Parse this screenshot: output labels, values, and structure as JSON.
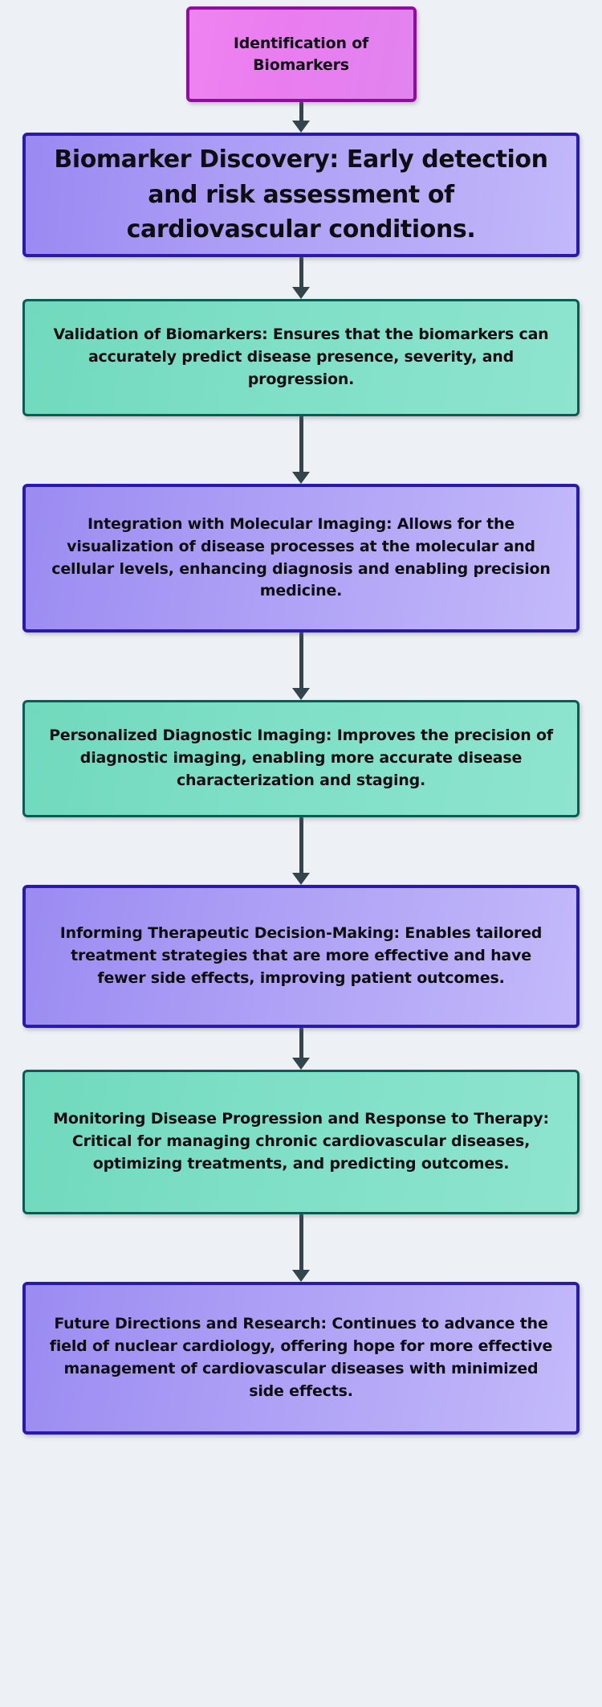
{
  "diagram": {
    "title": "Identification of Biomarkers flowchart",
    "background_color": "#edf0f4",
    "arrow_color": "#32444c",
    "colors": {
      "start_fill": "#ea80f0",
      "start_border": "#8e0f9c",
      "purple_fill": "#ab9cf5",
      "purple_border": "#2a1aab",
      "teal_fill": "#7ddfc6",
      "teal_border": "#0a5d52",
      "text": "#0d0d12"
    },
    "nodes": [
      {
        "id": "identification-of-biomarkers",
        "text": "Identification of Biomarkers",
        "style": "start-magenta"
      },
      {
        "id": "biomarker-discovery",
        "text": "Biomarker Discovery: Early detection and risk assessment of cardiovascular conditions.",
        "style": "hero-purple"
      },
      {
        "id": "validation-of-biomarkers",
        "text": "Validation of Biomarkers: Ensures that the biomarkers can accurately predict disease presence, severity, and progression.",
        "style": "teal"
      },
      {
        "id": "integration-with-molecular-imaging",
        "text": "Integration with Molecular Imaging: Allows for the visualization of disease processes at the molecular and cellular levels, enhancing diagnosis and enabling precision medicine.",
        "style": "purple"
      },
      {
        "id": "personalized-diagnostic-imaging",
        "text": "Personalized Diagnostic Imaging: Improves the precision of diagnostic imaging, enabling more accurate disease characterization and staging.",
        "style": "teal"
      },
      {
        "id": "informing-therapeutic-decision-making",
        "text": "Informing Therapeutic Decision-Making: Enables tailored treatment strategies that are more effective and have fewer side effects, improving patient outcomes.",
        "style": "purple"
      },
      {
        "id": "monitoring-disease-progression",
        "text": "Monitoring Disease Progression and Response to Therapy: Critical for managing chronic cardiovascular diseases, optimizing treatments, and predicting outcomes.",
        "style": "teal"
      },
      {
        "id": "future-directions-and-research",
        "text": "Future Directions and Research: Continues to advance the field of nuclear cardiology, offering hope for more effective management of cardiovascular diseases with minimized side effects.",
        "style": "purple"
      }
    ],
    "edges": [
      {
        "from": "identification-of-biomarkers",
        "to": "biomarker-discovery"
      },
      {
        "from": "biomarker-discovery",
        "to": "validation-of-biomarkers"
      },
      {
        "from": "validation-of-biomarkers",
        "to": "integration-with-molecular-imaging"
      },
      {
        "from": "integration-with-molecular-imaging",
        "to": "personalized-diagnostic-imaging"
      },
      {
        "from": "personalized-diagnostic-imaging",
        "to": "informing-therapeutic-decision-making"
      },
      {
        "from": "informing-therapeutic-decision-making",
        "to": "monitoring-disease-progression"
      },
      {
        "from": "monitoring-disease-progression",
        "to": "future-directions-and-research"
      }
    ]
  }
}
